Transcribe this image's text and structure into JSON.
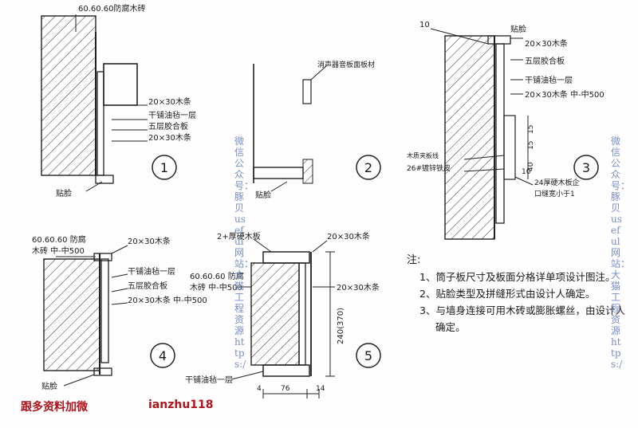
{
  "colors": {
    "ink": "#1a1a1a",
    "watermark": "#7a8ec7",
    "footer": "#b0141c"
  },
  "detail1": {
    "number": "1",
    "top_label": "60.60.60防腐木砖",
    "labels": [
      "20×30木条",
      "干铺油毡一层",
      "五层胶合板",
      "20×30木条"
    ],
    "bottom_label": "贴脸"
  },
  "detail2": {
    "number": "2",
    "top_label": "消声器音板面板材",
    "bottom_label": "贴脸"
  },
  "detail3": {
    "number": "3",
    "dim_left": "10",
    "labels": [
      "贴脸",
      "20×30木条",
      "五层胶合板",
      "干铺油毡一层",
      "20×30木条 中-中500"
    ],
    "dims_vertical": [
      "40",
      "15",
      "15"
    ],
    "mid_labels": [
      "木质夹板线",
      "26#镀锌铁皮"
    ],
    "side_labels": [
      "24厚硬木板企",
      "口缝宽小于1"
    ],
    "dim_bottom": "10"
  },
  "detail4": {
    "number": "4",
    "labels_left": [
      "60.60.60 防腐",
      "木砖 中-中500"
    ],
    "labels_right": [
      "20×30木条",
      "干铺油毡一层",
      "五层胶合板",
      "20×30木条 中-中500"
    ],
    "bottom_label": "贴脸"
  },
  "detail5": {
    "number": "5",
    "top_left_label": "2+厚硬木板",
    "top_right_label": "20×30木条",
    "left_labels": [
      "60.60.60 防腐",
      "木砖 中-中500"
    ],
    "right_label": "20×30木条",
    "dim_vertical": "240(370)",
    "bottom_label": "干铺油毡一层",
    "dims_bottom": [
      "4",
      "76",
      "14"
    ]
  },
  "notes": {
    "title": "注:",
    "items": [
      "1、筒子板尺寸及板面分格详单项设计图注。",
      "2、贴脸类型及拼缝形式由设计人确定。",
      "3、与墙身连接可用木砖或膨胀螺丝，由设计人确定。"
    ]
  },
  "watermarks": {
    "mid": "微信公众号：豚贝useful 网站：大猫工程资源 https:/",
    "right": "微信公众号：豚贝useful 网站：大猫工程资源 https:/"
  },
  "footer": {
    "left": "跟多资料加微",
    "right": "ianzhu118"
  }
}
